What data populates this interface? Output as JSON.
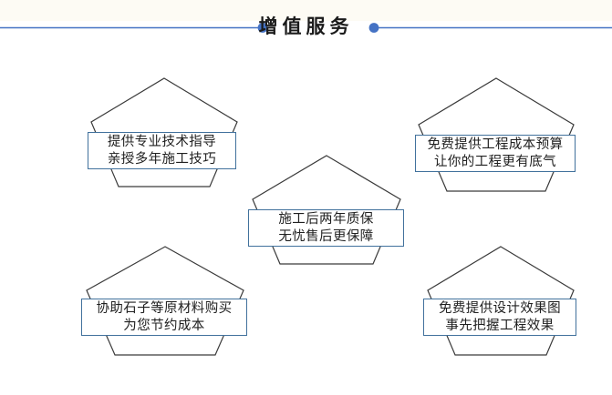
{
  "page": {
    "background_color": "#ffffff",
    "top_strip_color": "#fdfbf4"
  },
  "header": {
    "title": "增值服务",
    "rule_color": "#4472c4",
    "dot_color": "#4472c4",
    "left_dot_label": "left-bullet-dot",
    "right_dot_label": "right-bullet-dot"
  },
  "diagram": {
    "pentagon_stroke_color": "#3a3a3a",
    "label_border_color": "#41719c",
    "label_fill_color": "#ffffff",
    "text_color": "#202020",
    "cards": [
      {
        "id": "top-left",
        "line1": "提供专业技术指导",
        "line2": "亲授多年施工技巧"
      },
      {
        "id": "top-right",
        "line1": "免费提供工程成本预算",
        "line2": "让你的工程更有底气"
      },
      {
        "id": "center",
        "line1": "施工后两年质保",
        "line2": "无忧售后更保障"
      },
      {
        "id": "bottom-left",
        "line1": "协助石子等原材料购买",
        "line2": "为您节约成本"
      },
      {
        "id": "bottom-right",
        "line1": "免费提供设计效果图",
        "line2": "事先把握工程效果"
      }
    ]
  }
}
